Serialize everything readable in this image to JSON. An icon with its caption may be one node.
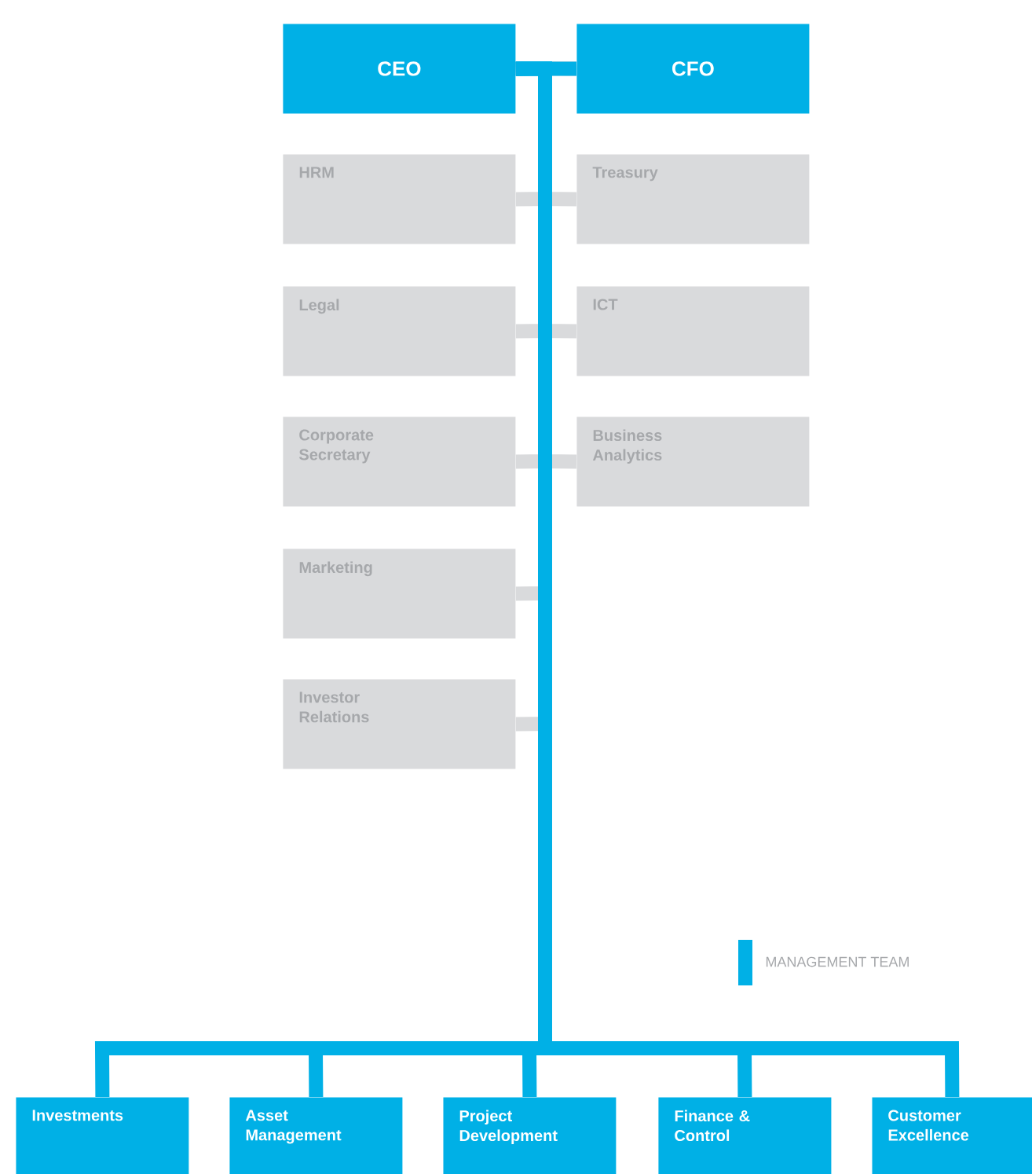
{
  "diagram": {
    "nodes": [
      {
        "text": [
          "CEO"
        ]
      },
      {
        "text": [
          "CFO"
        ]
      },
      {
        "text": [
          "HRM"
        ]
      },
      {
        "text": [
          "Treasury"
        ]
      },
      {
        "text": [
          "Legal"
        ]
      },
      {
        "text": [
          "ICT"
        ]
      },
      {
        "text": [
          "Corporate Secretary"
        ]
      },
      {
        "text": [
          "Business Analytics"
        ]
      },
      {
        "text": [
          "Marketing"
        ]
      },
      {
        "text": [
          "Investor Relations"
        ]
      },
      {
        "text": [
          "Investments"
        ]
      },
      {
        "text": [
          "Asset Management"
        ]
      },
      {
        "text": [
          "Project Development"
        ]
      },
      {
        "text": [
          "Finance & Control"
        ]
      },
      {
        "text": [
          "Customer Excellence"
        ]
      }
    ],
    "edges": [
      {
        "from": 0,
        "to": 1,
        "arrow": "none",
        "color": "#00b0e6"
      },
      {
        "from": 0,
        "to": 2,
        "arrow": "none"
      },
      {
        "from": 1,
        "to": 3,
        "arrow": "none"
      },
      {
        "from": 0,
        "to": 4,
        "arrow": "none"
      },
      {
        "from": 1,
        "to": 5,
        "arrow": "none"
      },
      {
        "from": 0,
        "to": 6,
        "arrow": "none"
      },
      {
        "from": 1,
        "to": 7,
        "arrow": "none"
      },
      {
        "from": 0,
        "to": 8,
        "arrow": "none"
      },
      {
        "from": 0,
        "to": 9,
        "arrow": "none"
      },
      {
        "from": 0,
        "to": 10,
        "arrow": "none",
        "color": "#00b0e6"
      },
      {
        "from": 0,
        "to": 11,
        "arrow": "none",
        "color": "#00b0e6"
      },
      {
        "from": 0,
        "to": 12,
        "arrow": "none",
        "color": "#00b0e6"
      },
      {
        "from": 0,
        "to": 13,
        "arrow": "none",
        "color": "#00b0e6"
      },
      {
        "from": 0,
        "to": 14,
        "arrow": "none",
        "color": "#00b0e6"
      }
    ],
    "legend": [
      {
        "text": "MANAGEMENT TEAM",
        "color": "#00b0e6"
      }
    ]
  }
}
